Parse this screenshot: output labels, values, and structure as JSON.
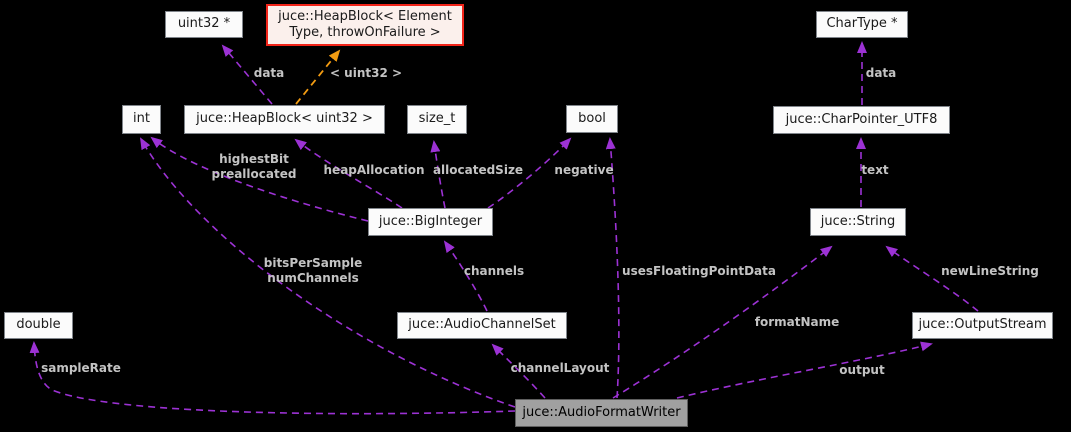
{
  "diagram": {
    "kind": "collaboration-diagram",
    "colors": {
      "background": "#000000",
      "edge_member": "#9c32d4",
      "edge_template": "#f39c12",
      "edge_label_text": "#c3c3c3",
      "node_fill": "#fbfbfb",
      "node_border": "#80858b",
      "template_node_fill": "#fbf0ec",
      "template_node_border": "#f2251a",
      "highlight_node_fill": "#a0a0a0"
    },
    "nodes": {
      "uint32_ptr": "uint32 *",
      "heapblock_template": "juce::HeapBlock< Element Type, throwOnFailure >",
      "chartype_ptr": "CharType *",
      "int_type": "int",
      "heapblock_uint32": "juce::HeapBlock< uint32 >",
      "size_t_type": "size_t",
      "bool_type": "bool",
      "charpointer_utf8": "juce::CharPointer_UTF8",
      "biginteger": "juce::BigInteger",
      "string": "juce::String",
      "double_type": "double",
      "audiochannelset": "juce::AudioChannelSet",
      "outputstream": "juce::OutputStream",
      "audioformatwriter": "juce::AudioFormatWriter"
    },
    "edge_labels": {
      "data_heapblock": "data",
      "template_instance": "< uint32 >",
      "data_charpointer": "data",
      "text": "text",
      "negative": "negative",
      "heap_allocation": "heapAllocation",
      "allocated_size": "allocatedSize",
      "highest_bit": "highestBit\npreallocated",
      "bits_per_sample": "bitsPerSample\nnumChannels",
      "channels": "channels",
      "uses_floating_point_data": "usesFloatingPointData",
      "new_line_string": "newLineString",
      "format_name": "formatName",
      "sample_rate": "sampleRate",
      "channel_layout": "channelLayout",
      "output": "output"
    }
  }
}
